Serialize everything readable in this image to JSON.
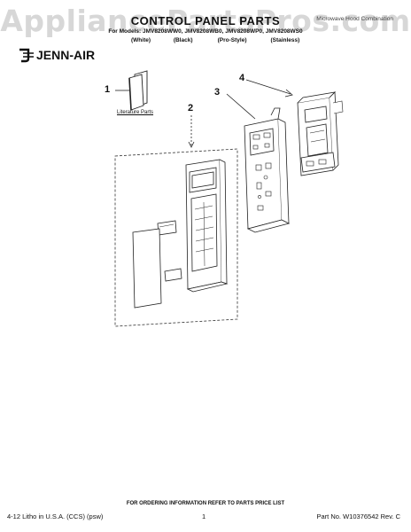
{
  "watermark": "AppliancePartsPros.com",
  "header": {
    "title": "CONTROL PANEL PARTS",
    "side_title": "Microwave Hood Combination",
    "for_models": "For Models: JMV8208WW0, JMV8208WB0, JMV8208WP0, JMV8208WS0",
    "variants": [
      "(White)",
      "(Black)",
      "(Pro-Style)",
      "(Stainless)"
    ],
    "brand": "JENN-AIR"
  },
  "diagram": {
    "callouts": [
      "1",
      "2",
      "3",
      "4"
    ],
    "literature_label": "Literature Parts",
    "parts": [
      {
        "callout": "1",
        "icon": "literature-booklet-icon"
      },
      {
        "callout": "2",
        "icon": "control-panel-assembly-icon"
      },
      {
        "callout": "3",
        "icon": "control-panel-frame-icon"
      },
      {
        "callout": "4",
        "icon": "control-panel-bracket-icon"
      }
    ]
  },
  "footer": {
    "ordering_note": "FOR ORDERING INFORMATION REFER TO PARTS PRICE LIST",
    "litho": "4-12 Litho in U.S.A. (CCS) (psw)",
    "page": "1",
    "part_no": "Part No. W10376542 Rev. C"
  },
  "colors": {
    "line": "#222222",
    "watermark": "#a0a0a0"
  }
}
